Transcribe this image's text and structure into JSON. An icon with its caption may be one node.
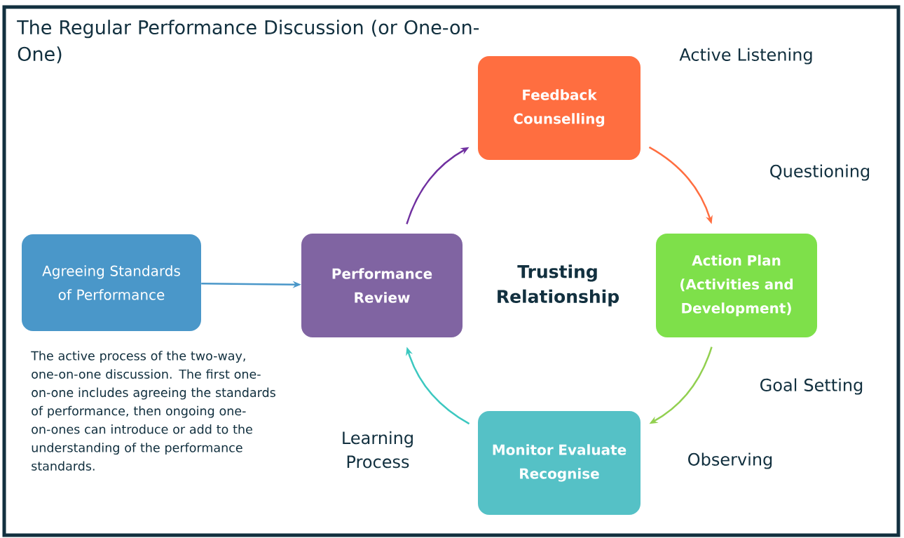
{
  "diagram": {
    "title": "The Regular Performance Discussion (or One-on-One)",
    "nodes": [
      {
        "text": [
          "Agreeing Standards of Performance"
        ]
      },
      {
        "text": [
          "Performance Review"
        ]
      },
      {
        "text": [
          "Feedback Counselling"
        ]
      },
      {
        "text": [
          "Action Plan (Activities and Development)"
        ]
      },
      {
        "text": [
          "Monitor Evaluate Recognise"
        ]
      }
    ],
    "edges": [
      {
        "from": 0,
        "to": 1,
        "arrow": "to",
        "color": "#4a97c9"
      },
      {
        "from": 1,
        "to": 2,
        "arrow": "to",
        "color": "#7030a0"
      },
      {
        "from": 2,
        "to": 3,
        "arrow": "to",
        "color": "#ff6e40"
      },
      {
        "from": 3,
        "to": 4,
        "arrow": "to",
        "color": "#92d050"
      },
      {
        "from": 4,
        "to": 1,
        "arrow": "to",
        "color": "#3cc8c0"
      }
    ],
    "labels": [
      "Active Listening",
      "Questioning",
      "Trusting Relationship",
      "Goal Setting",
      "Learning Process",
      "Observing",
      "The active process of the two-way, one-on-one discussion. The first one-on-one includes agreeing the standards of performance, then ongoing one-on-ones can introduce or add to the understanding of the performance standards."
    ]
  }
}
